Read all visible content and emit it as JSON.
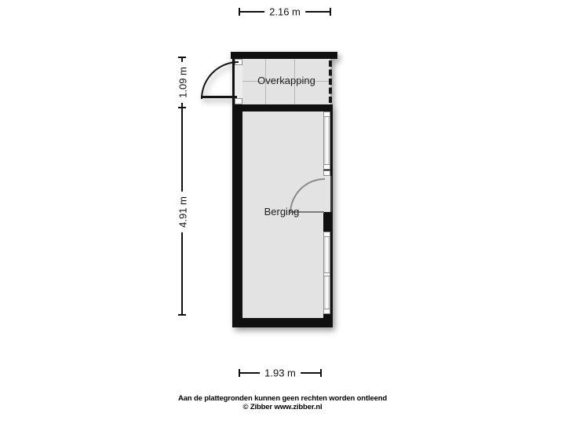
{
  "dimensions": {
    "top": "2.16 m",
    "left_upper": "1.09 m",
    "left_lower": "4.91 m",
    "bottom": "1.93 m"
  },
  "rooms": {
    "overkapping": {
      "label": "Overkapping"
    },
    "berging": {
      "label": "Berging"
    }
  },
  "footer": {
    "disclaimer": "Aan de plattegronden kunnen geen rechten worden ontleend",
    "copyright": "© Zibber www.zibber.nl"
  },
  "colors": {
    "background": "#ffffff",
    "wall": "#101010",
    "floor": "#e3e3e3",
    "floor_grid_line": "#b6b6b6",
    "window_glass": "#d9d9d9",
    "window_frame": "#8f8f8f",
    "door_swing_gray": "#8a8a8a",
    "dimension_line": "#101010"
  }
}
